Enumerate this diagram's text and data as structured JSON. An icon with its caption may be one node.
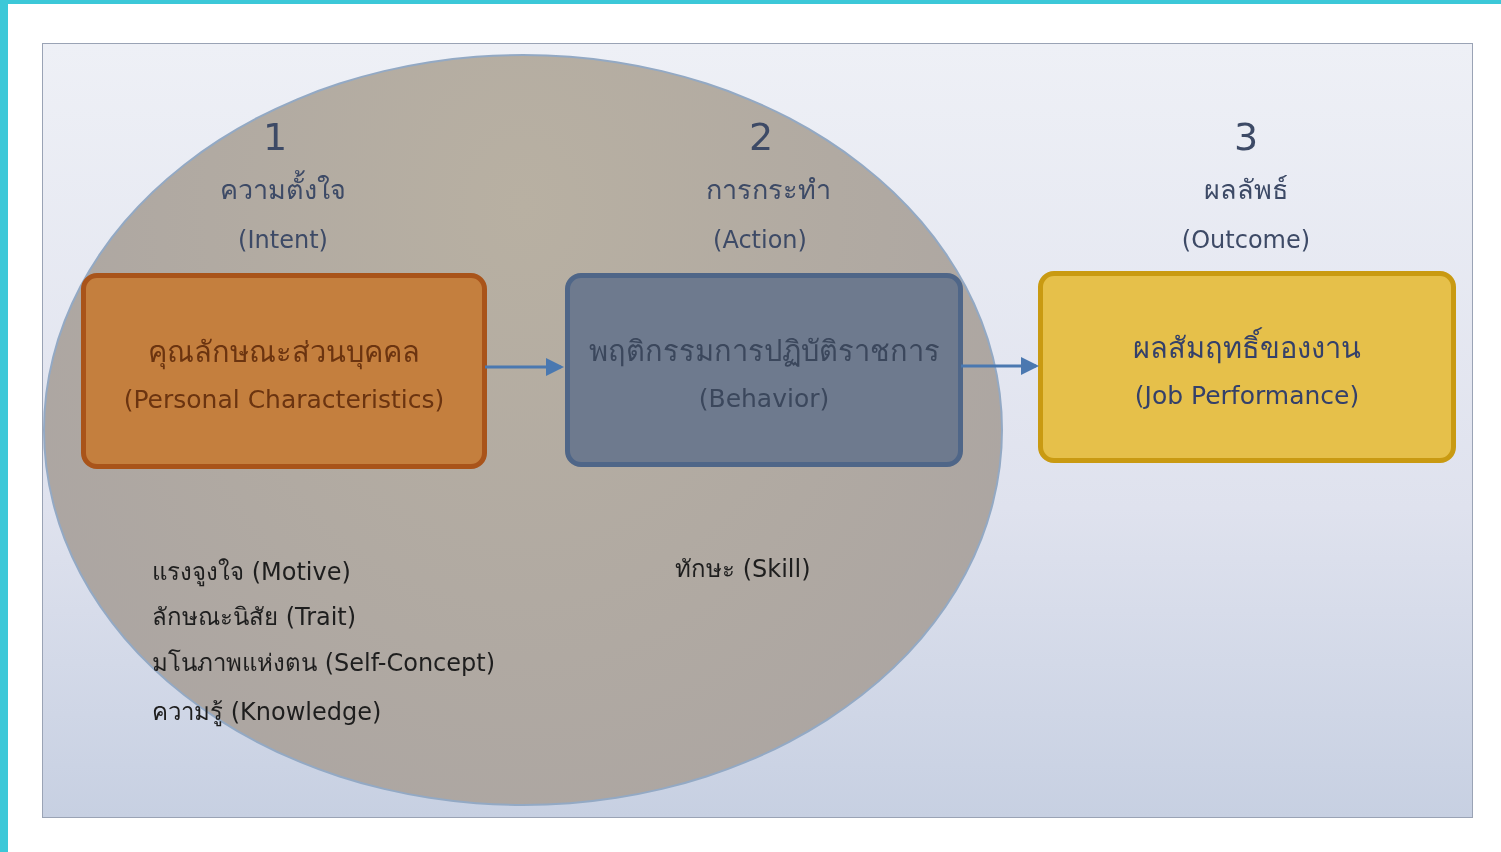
{
  "diagram": {
    "nodes": [
      {
        "text": [],
        "shape": "ellipse"
      },
      {
        "text": [
          "คุณลักษณะส่วนบุคคล",
          "(Personal Characteristics)"
        ],
        "in": 0
      },
      {
        "text": [
          "พฤติกรรมการปฏิบัติราชการ",
          "(Behavior)"
        ],
        "in": 0
      },
      {
        "text": [
          "ผลสัมฤทธิ์ของงาน",
          "(Job Performance)"
        ]
      }
    ],
    "edges": [
      {
        "from": 1,
        "to": 2,
        "arrow": "to"
      },
      {
        "from": 2,
        "to": 3,
        "arrow": "to"
      }
    ],
    "labels": [
      "1",
      "2",
      "3",
      "ความตั้งใจ",
      "การกระทำ",
      "ผลลัพธ์",
      "(Intent)",
      "(Action)",
      "(Outcome)",
      "แรงจูงใจ (Motive)",
      "ทักษะ (Skill)",
      "ลักษณะนิสัย (Trait)",
      "มโนภาพแห่งตน (Self-Concept)",
      "ความรู้ (Knowledge)"
    ]
  }
}
